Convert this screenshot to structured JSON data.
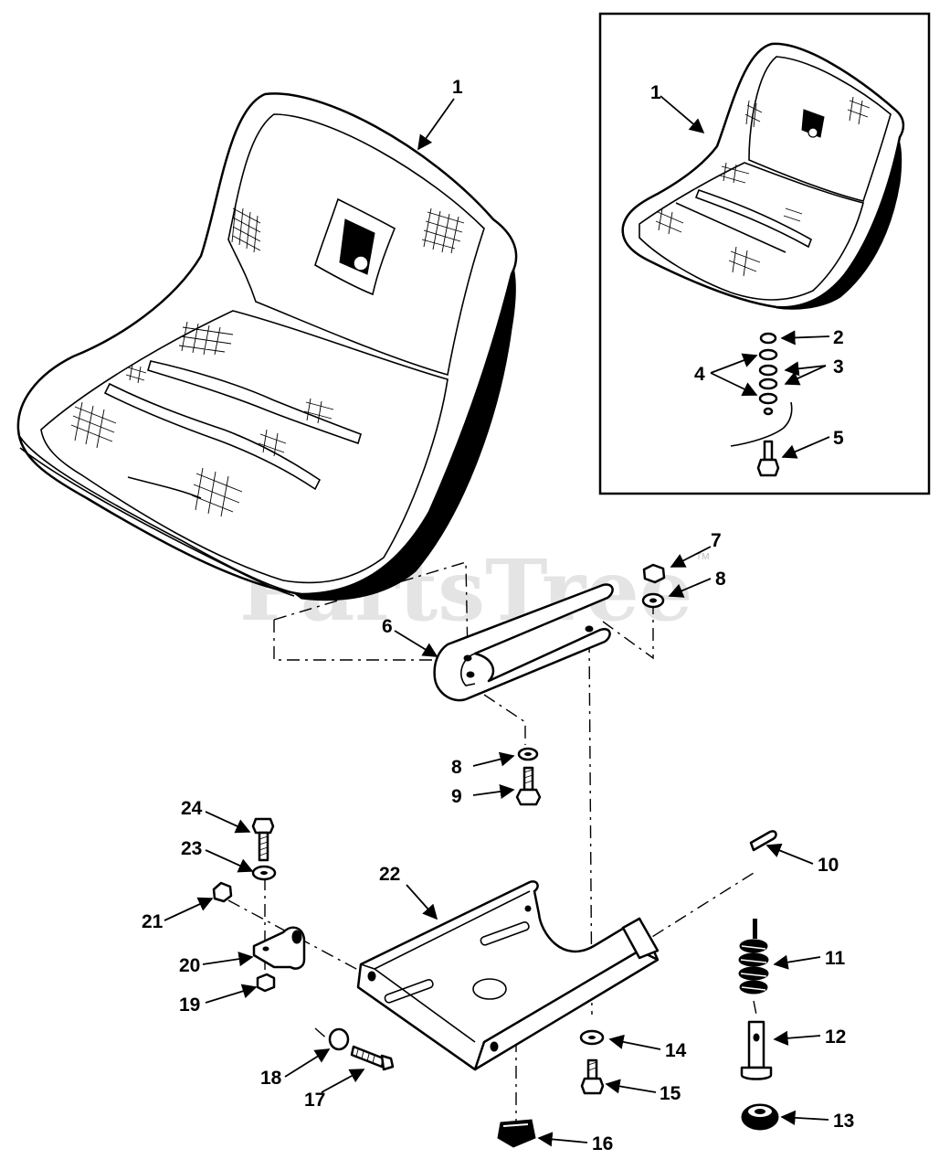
{
  "watermark": "PartsTree",
  "watermark_tm": "TM",
  "part_labels": [
    "1",
    "1",
    "2",
    "3",
    "4",
    "5",
    "6",
    "7",
    "8",
    "8",
    "9",
    "10",
    "11",
    "12",
    "13",
    "14",
    "15",
    "16",
    "17",
    "18",
    "19",
    "20",
    "21",
    "22",
    "23",
    "24"
  ]
}
